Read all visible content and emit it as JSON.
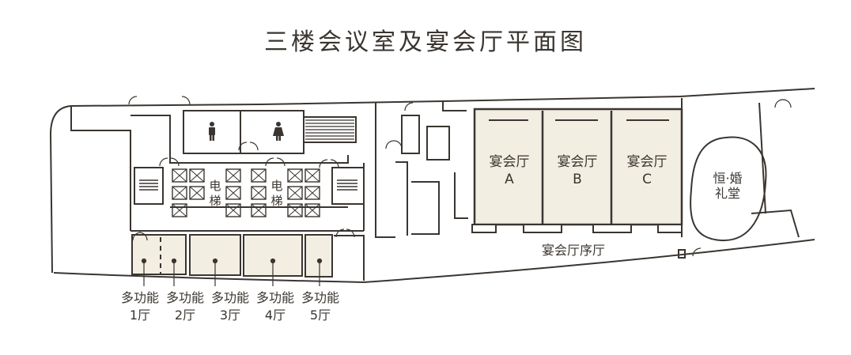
{
  "title": "三楼会议室及宴会厅平面图",
  "colors": {
    "wall": "#3a3530",
    "room_fill": "#f3eee2",
    "background": "#ffffff",
    "text": "#3a3530"
  },
  "icons": [
    "male-restroom-icon",
    "female-restroom-icon",
    "stair-icon",
    "door-swing-icon"
  ],
  "elevators": [
    {
      "label": "电\n梯"
    },
    {
      "label": "电\n梯"
    }
  ],
  "banquet_halls": [
    {
      "name": "宴会厅",
      "letter": "A"
    },
    {
      "name": "宴会厅",
      "letter": "B"
    },
    {
      "name": "宴会厅",
      "letter": "C"
    }
  ],
  "foyer": {
    "label": "宴会厅序厅"
  },
  "chapel": {
    "line1": "恒·婚",
    "line2": "礼堂"
  },
  "multifunction_rooms": [
    {
      "name": "多功能",
      "number": "1厅"
    },
    {
      "name": "多功能",
      "number": "2厅"
    },
    {
      "name": "多功能",
      "number": "3厅"
    },
    {
      "name": "多功能",
      "number": "4厅"
    },
    {
      "name": "多功能",
      "number": "5厅"
    }
  ]
}
